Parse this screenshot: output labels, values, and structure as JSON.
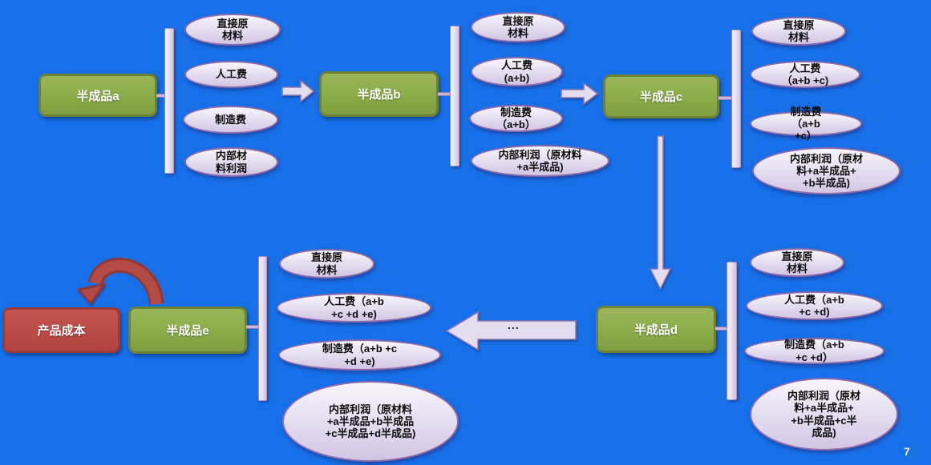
{
  "slide": {
    "page_number": "7",
    "background_color": "#1770E8"
  },
  "colors": {
    "box_green_fill": "#8BAC49",
    "box_green_border": "#6E8036",
    "box_red_fill": "#BC4A46",
    "box_red_border": "#9A3B38",
    "ellipse_fill": "#E7E0F1",
    "ellipse_border": "#8D6AA8",
    "arrow_fill": "#E4DCEF",
    "arrow_border": "#8F76AE",
    "curved_arrow_fill": "#B34A45",
    "curved_arrow_border": "#8E3936"
  },
  "nodes": {
    "a": {
      "label": "半成品a",
      "items": [
        "直接原\n材料",
        "人工费",
        "制造费",
        "内部材\n料利润"
      ]
    },
    "b": {
      "label": "半成品b",
      "items": [
        "直接原\n材料",
        "人工费\n(a+b)",
        "制造费\n（a+b）",
        "内部利润（原材料\n+a半成品)"
      ]
    },
    "c": {
      "label": "半成品c",
      "items": [
        "直接原\n材料",
        "人工费\n（a+b +c)",
        "制造费\n（a+b\n+c）",
        "内部利润（原材\n料+a半成品+\n+b半成品)"
      ]
    },
    "d": {
      "label": "半成品d",
      "items": [
        "直接原\n材料",
        "人工费（a+b\n+c +d)",
        "制造费（a+b\n+c +d）",
        "内部利润（原材\n料+a半成品+\n+b半成品+c半\n成品)"
      ]
    },
    "e": {
      "label": "半成品e",
      "items": [
        "直接原\n材料",
        "人工费（a+b\n+c +d +e)",
        "制造费（a+b +c\n+d +e)",
        "内部利润（原材料\n+a半成品+b半成品\n+c半成品+d半成品)"
      ]
    },
    "product": {
      "label": "产品成本"
    }
  },
  "arrows": {
    "ellipsis_label": "..."
  }
}
